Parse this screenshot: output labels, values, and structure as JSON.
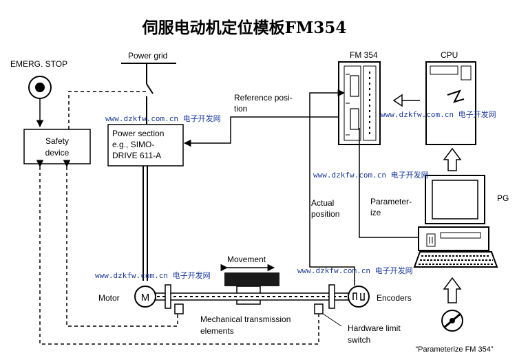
{
  "title": "伺服电动机定位模板FM354",
  "labels": {
    "emerg_stop": "EMERG. STOP",
    "power_grid": "Power grid",
    "fm354": "FM 354",
    "cpu": "CPU",
    "safety_1": "Safety",
    "safety_2": "device",
    "power_1": "Power section",
    "power_2": "e.g., SIMO-",
    "power_3": "DRIVE 611-A",
    "ref_1": "Reference posi-",
    "ref_2": "tion",
    "actual_1": "Actual",
    "actual_2": "position",
    "param_1": "Parameter-",
    "param_2": "ize",
    "pg": "PG",
    "movement": "Movement",
    "motor_label": "Motor",
    "motor_symbol": "M",
    "encoders": "Encoders",
    "mech_1": "Mechanical transmission",
    "mech_2": "elements",
    "hw_1": "Hardware limit",
    "hw_2": "switch",
    "software": "“Parameterize FM 354”"
  },
  "watermarks": [
    "www.dzkfw.com.cn 电子开发网",
    "www.dzkfw.com.cn 电子开发网",
    "www.dzkfw.com.cn 电子开发网",
    "www.dzkfw.com.cn 电子开发网",
    "www.dzkfw.com.cn 电子开发网"
  ],
  "colors": {
    "ink": "#000000",
    "watermark": "#1a3a9c",
    "bar": "#1a1a1a"
  }
}
